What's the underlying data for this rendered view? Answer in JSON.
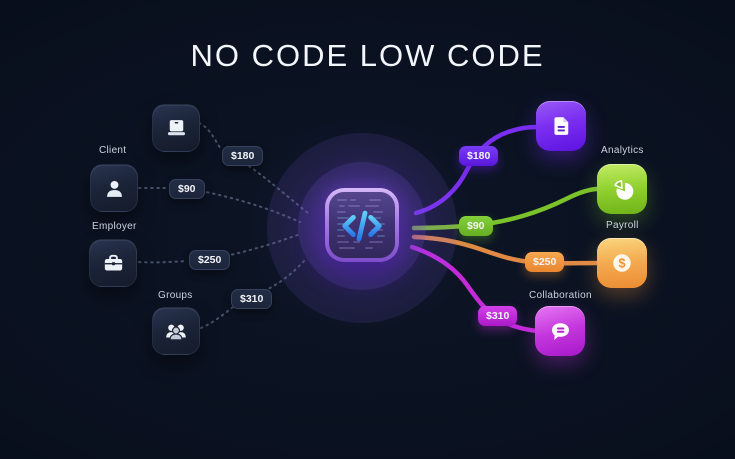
{
  "title": "NO CODE LOW CODE",
  "center": {
    "icon": "code-app"
  },
  "left": {
    "laptop": {
      "icon": "laptop",
      "amount": "$180"
    },
    "client": {
      "label": "Client",
      "icon": "person",
      "amount": "$90"
    },
    "employer": {
      "label": "Employer",
      "icon": "briefcase",
      "amount": "$250"
    },
    "groups": {
      "label": "Groups",
      "icon": "people-group",
      "amount": "$310"
    }
  },
  "right": {
    "document": {
      "icon": "document",
      "amount": "$180",
      "color": "#6d28e8"
    },
    "analytics": {
      "label": "Analytics",
      "icon": "pie-chart",
      "amount": "$90",
      "color": "#7cc32b"
    },
    "payroll": {
      "label": "Payroll",
      "icon": "dollar",
      "amount": "$250",
      "color": "#e8914a"
    },
    "collaboration": {
      "label": "Collaboration",
      "icon": "chat",
      "amount": "$310",
      "color": "#c42ad8"
    }
  },
  "colors": {
    "background": "#0a1120",
    "purple_wire": "#7a2ff0",
    "green_wire": "#7cc32b",
    "orange_wire": "#e08a45",
    "magenta_wire": "#c42ad8",
    "dotted_wire": "#5b6882",
    "title_text": "#f3f6fa"
  }
}
